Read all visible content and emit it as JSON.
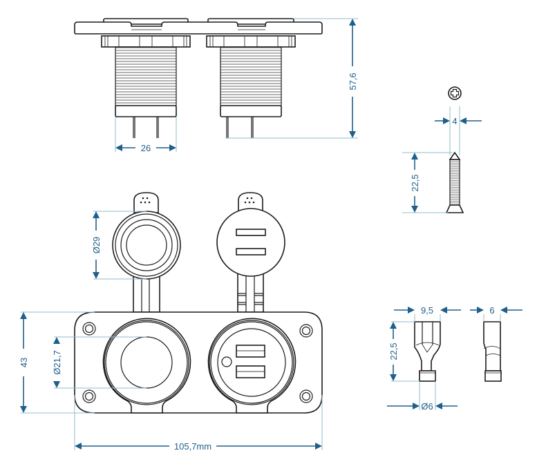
{
  "drawing": {
    "title": "Dual socket panel: 12V cigarette lighter socket + dual USB charger — technical dimensions",
    "colors": {
      "outline": "#1a1a1a",
      "dimension": "#1f5f8b",
      "extension": "#8fbccb"
    },
    "side_view": {
      "socket_width": "26",
      "overall_height": "57,6"
    },
    "screw": {
      "head_icon": "phillips-cross-icon",
      "diameter": "4",
      "length": "22,5"
    },
    "caps": {
      "cap_diameter": "Ø29"
    },
    "front_panel": {
      "height": "43",
      "socket_opening": "Ø21,7",
      "width": "105,7mm"
    },
    "terminal": {
      "width": "9,5",
      "side_width": "6",
      "length": "22,5",
      "sleeve_diameter": "Ø6"
    }
  }
}
